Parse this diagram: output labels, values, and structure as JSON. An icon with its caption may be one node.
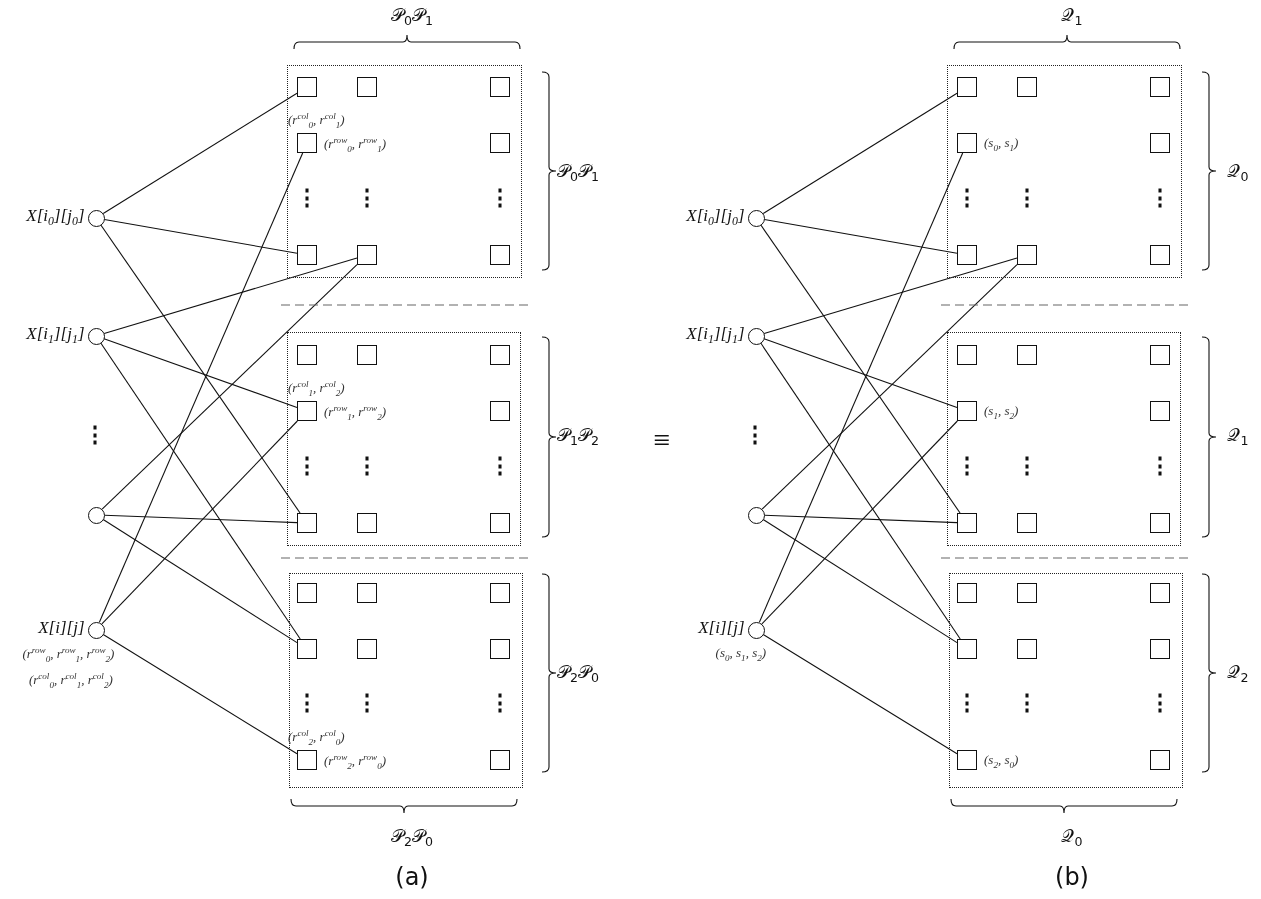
{
  "diagram": {
    "nodes": [
      {
        "text": [
          "X[i$_{0}$][j$_{0}$]"
        ]
      },
      {
        "text": [
          "X[i$_{1}$][j$_{1}$]"
        ]
      },
      {
        "text": [],
        "shape": "circle"
      },
      {
        "text": [
          "X[i][j]"
        ],
        "beside": [
          "(r$^{row}$$_{0}$, r$^{row}$$_{1}$, r$^{row}$$_{2}$)",
          "(r$^{col}$$_{0}$, r$^{col}$$_{1}$, r$^{col}$$_{2}$)"
        ]
      },
      {
        "text": [],
        "shape": "box"
      },
      {
        "text": [],
        "shape": "box",
        "in": 4
      },
      {
        "text": [],
        "shape": "box",
        "in": 4
      },
      {
        "text": [],
        "shape": "box",
        "in": 4
      },
      {
        "text": [],
        "shape": "box",
        "in": 4,
        "beside": [
          "(r$^{col}$$_{0}$, r$^{col}$$_{1}$)",
          "(r$^{row}$$_{0}$, r$^{row}$$_{1}$)"
        ]
      },
      {
        "text": [],
        "shape": "box",
        "in": 4
      },
      {
        "text": [],
        "shape": "box",
        "in": 4
      },
      {
        "text": [],
        "shape": "box",
        "in": 4
      },
      {
        "text": [],
        "shape": "box",
        "in": 4
      },
      {
        "text": [],
        "shape": "box"
      },
      {
        "text": [],
        "shape": "box",
        "in": 13
      },
      {
        "text": [],
        "shape": "box",
        "in": 13
      },
      {
        "text": [],
        "shape": "box",
        "in": 13
      },
      {
        "text": [],
        "shape": "box",
        "in": 13,
        "beside": [
          "(r$^{col}$$_{1}$, r$^{col}$$_{2}$)",
          "(r$^{row}$$_{1}$, r$^{row}$$_{2}$)"
        ]
      },
      {
        "text": [],
        "shape": "box",
        "in": 13
      },
      {
        "text": [],
        "shape": "box",
        "in": 13
      },
      {
        "text": [],
        "shape": "box",
        "in": 13
      },
      {
        "text": [],
        "shape": "box",
        "in": 13
      },
      {
        "text": [],
        "shape": "box"
      },
      {
        "text": [],
        "shape": "box",
        "in": 22
      },
      {
        "text": [],
        "shape": "box",
        "in": 22
      },
      {
        "text": [],
        "shape": "box",
        "in": 22
      },
      {
        "text": [],
        "shape": "box",
        "in": 22
      },
      {
        "text": [],
        "shape": "box",
        "in": 22
      },
      {
        "text": [],
        "shape": "box",
        "in": 22
      },
      {
        "text": [],
        "shape": "box",
        "in": 22,
        "beside": [
          "(r$^{col}$$_{2}$, r$^{col}$$_{0}$)",
          "(r$^{row}$$_{2}$, r$^{row}$$_{0}$)"
        ]
      },
      {
        "text": [],
        "shape": "box",
        "in": 22
      },
      {
        "text": [
          "X[i$_{0}$][j$_{0}$]"
        ]
      },
      {
        "text": [
          "X[i$_{1}$][j$_{1}$]"
        ]
      },
      {
        "text": [],
        "shape": "circle"
      },
      {
        "text": [
          "X[i][j]"
        ],
        "beside": [
          "(s$_{0}$, s$_{1}$, s$_{2}$)"
        ]
      },
      {
        "text": [],
        "shape": "box"
      },
      {
        "text": [],
        "shape": "box",
        "in": 35
      },
      {
        "text": [],
        "shape": "box",
        "in": 35
      },
      {
        "text": [],
        "shape": "box",
        "in": 35
      },
      {
        "text": [],
        "shape": "box",
        "in": 35,
        "beside": [
          "(s$_{0}$, s$_{1}$)"
        ]
      },
      {
        "text": [],
        "shape": "box",
        "in": 35
      },
      {
        "text": [],
        "shape": "box",
        "in": 35
      },
      {
        "text": [],
        "shape": "box",
        "in": 35
      },
      {
        "text": [],
        "shape": "box",
        "in": 35
      },
      {
        "text": [],
        "shape": "box"
      },
      {
        "text": [],
        "shape": "box",
        "in": 44
      },
      {
        "text": [],
        "shape": "box",
        "in": 44
      },
      {
        "text": [],
        "shape": "box",
        "in": 44
      },
      {
        "text": [],
        "shape": "box",
        "in": 44,
        "beside": [
          "(s$_{1}$, s$_{2}$)"
        ]
      },
      {
        "text": [],
        "shape": "box",
        "in": 44
      },
      {
        "text": [],
        "shape": "box",
        "in": 44
      },
      {
        "text": [],
        "shape": "box",
        "in": 44
      },
      {
        "text": [],
        "shape": "box",
        "in": 44
      },
      {
        "text": [],
        "shape": "box"
      },
      {
        "text": [],
        "shape": "box",
        "in": 53
      },
      {
        "text": [],
        "shape": "box",
        "in": 53
      },
      {
        "text": [],
        "shape": "box",
        "in": 53
      },
      {
        "text": [],
        "shape": "box",
        "in": 53
      },
      {
        "text": [],
        "shape": "box",
        "in": 53
      },
      {
        "text": [],
        "shape": "box",
        "in": 53
      },
      {
        "text": [],
        "shape": "box",
        "in": 53,
        "beside": [
          "(s$_{2}$, s$_{0}$)"
        ]
      },
      {
        "text": [],
        "shape": "box",
        "in": 53
      }
    ],
    "edges": [
      {
        "from": 0,
        "to": 5,
        "arrow": "none"
      },
      {
        "from": 0,
        "to": 10,
        "arrow": "none"
      },
      {
        "from": 0,
        "to": 19,
        "arrow": "none"
      },
      {
        "from": 1,
        "to": 11,
        "arrow": "none"
      },
      {
        "from": 1,
        "to": 17,
        "arrow": "none"
      },
      {
        "from": 1,
        "to": 26,
        "arrow": "none"
      },
      {
        "from": 2,
        "to": 11,
        "arrow": "none"
      },
      {
        "from": 2,
        "to": 19,
        "arrow": "none"
      },
      {
        "from": 2,
        "to": 26,
        "arrow": "none"
      },
      {
        "from": 3,
        "to": 8,
        "arrow": "none"
      },
      {
        "from": 3,
        "to": 17,
        "arrow": "none"
      },
      {
        "from": 3,
        "to": 29,
        "arrow": "none"
      },
      {
        "from": 31,
        "to": 36,
        "arrow": "none"
      },
      {
        "from": 31,
        "to": 41,
        "arrow": "none"
      },
      {
        "from": 31,
        "to": 50,
        "arrow": "none"
      },
      {
        "from": 32,
        "to": 42,
        "arrow": "none"
      },
      {
        "from": 32,
        "to": 48,
        "arrow": "none"
      },
      {
        "from": 32,
        "to": 57,
        "arrow": "none"
      },
      {
        "from": 33,
        "to": 42,
        "arrow": "none"
      },
      {
        "from": 33,
        "to": 50,
        "arrow": "none"
      },
      {
        "from": 33,
        "to": 57,
        "arrow": "none"
      },
      {
        "from": 34,
        "to": 39,
        "arrow": "none"
      },
      {
        "from": 34,
        "to": 48,
        "arrow": "none"
      },
      {
        "from": 34,
        "to": 60,
        "arrow": "none"
      }
    ],
    "labels": [
      "𝒫$_{0}$𝒫$_{1}$",
      "𝒫$_{0}$𝒫$_{1}$",
      "⋮",
      "⋮",
      "⋮",
      "⋮",
      "𝒫$_{1}$𝒫$_{2}$",
      "⋮",
      "⋮",
      "⋮",
      "𝒫$_{2}$𝒫$_{0}$",
      "⋮",
      "⋮",
      "⋮",
      "𝒫$_{2}$𝒫$_{0}$",
      "(a)",
      "≡",
      "𝒬$_{1}$",
      "𝒬$_{0}$",
      "⋮",
      "⋮",
      "⋮",
      "⋮",
      "𝒬$_{1}$",
      "⋮",
      "⋮",
      "⋮",
      "𝒬$_{2}$",
      "⋮",
      "⋮",
      "⋮",
      "𝒬$_{0}$",
      "(b)"
    ]
  }
}
